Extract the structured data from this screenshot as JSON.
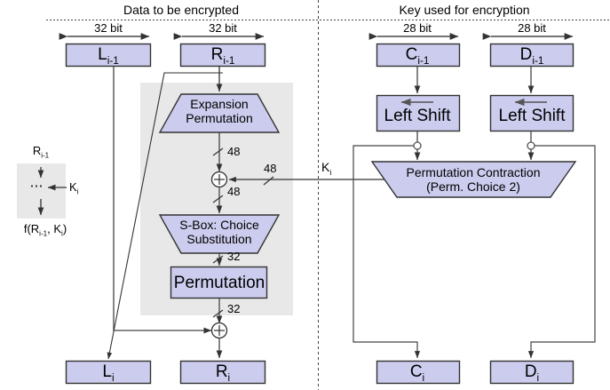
{
  "diagram": {
    "title": "DES single round structure",
    "sections": [
      {
        "name": "data-section",
        "label": "Data to be encrypted"
      },
      {
        "name": "key-section",
        "label": "Key used for encryption"
      }
    ],
    "width_labels": [
      {
        "name": "width-l",
        "label": "32 bit"
      },
      {
        "name": "width-r",
        "label": "32 bit"
      },
      {
        "name": "width-c",
        "label": "28 bit"
      },
      {
        "name": "width-d",
        "label": "28 bit"
      }
    ],
    "registers_top": [
      {
        "name": "register-l-prev",
        "base": "L",
        "sub": "i-1"
      },
      {
        "name": "register-r-prev",
        "base": "R",
        "sub": "i-1"
      },
      {
        "name": "register-c-prev",
        "base": "C",
        "sub": "i-1"
      },
      {
        "name": "register-d-prev",
        "base": "D",
        "sub": "i-1"
      }
    ],
    "registers_bottom": [
      {
        "name": "register-l-next",
        "base": "L",
        "sub": "i"
      },
      {
        "name": "register-r-next",
        "base": "R",
        "sub": "i"
      },
      {
        "name": "register-c-next",
        "base": "C",
        "sub": "i"
      },
      {
        "name": "register-d-next",
        "base": "D",
        "sub": "i"
      }
    ],
    "blocks": [
      {
        "name": "expansion-permutation",
        "line1": "Expansion",
        "line2": "Permutation"
      },
      {
        "name": "sbox-choice-substitution",
        "line1": "S-Box: Choice",
        "line2": "Substitution"
      },
      {
        "name": "permutation-block",
        "line1": "Permutation",
        "line2": ""
      },
      {
        "name": "left-shift-c",
        "line1": "Left Shift",
        "line2": ""
      },
      {
        "name": "left-shift-d",
        "line1": "Left Shift",
        "line2": ""
      },
      {
        "name": "permutation-contraction",
        "line1": "Permutation Contraction",
        "line2": "(Perm. Choice 2)"
      }
    ],
    "wire_labels": [
      {
        "name": "wire-label-48-expansion",
        "text": "48"
      },
      {
        "name": "wire-label-48-xor-out",
        "text": "48"
      },
      {
        "name": "wire-label-48-key",
        "text": "48"
      },
      {
        "name": "wire-label-32-sbox",
        "text": "32"
      },
      {
        "name": "wire-label-32-permutation",
        "text": "32"
      }
    ],
    "key_label": {
      "name": "key-subkey-label",
      "base": "K",
      "sub": "i"
    },
    "legend": {
      "input": {
        "base": "R",
        "sub": "i-1"
      },
      "key": {
        "base": "K",
        "sub": "i"
      },
      "dots": "⋯",
      "output_prefix": "f(R",
      "output_sub1": "i-1",
      "output_mid": ", K",
      "output_sub2": "i",
      "output_suffix": ")"
    },
    "colors": {
      "box_fill": "#ccccee",
      "box_stroke": "#333333",
      "shade_fill": "#e8e8e8",
      "wire": "#333333",
      "background": "#ffffff",
      "text": "#000000"
    }
  }
}
